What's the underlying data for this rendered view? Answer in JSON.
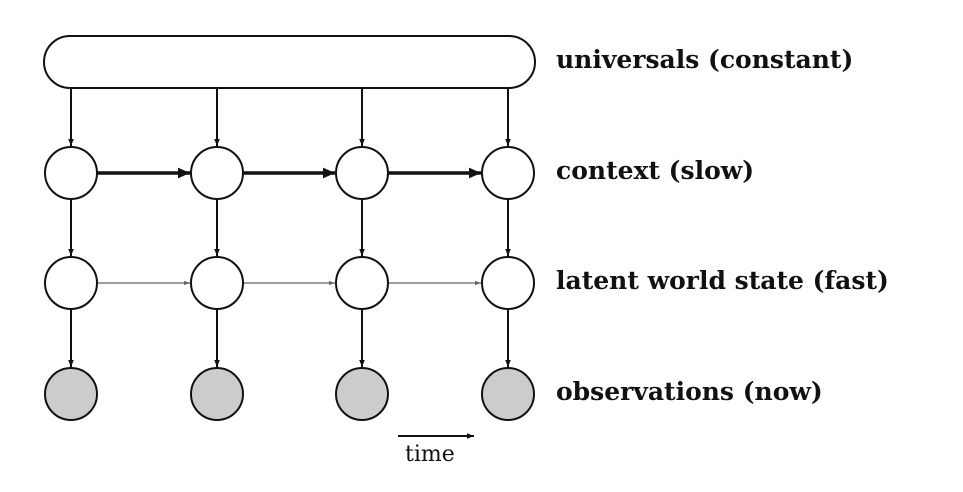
{
  "labels": {
    "universals": "universals (constant)",
    "context": "context (slow)",
    "latent": "latent world state (fast)",
    "observations": "observations (now)"
  },
  "time_label": "time",
  "colors": {
    "stroke": "#111111",
    "observed_fill": "#cccccc",
    "node_fill": "#ffffff",
    "thin_arrow": "#666666"
  },
  "timesteps": 4
}
